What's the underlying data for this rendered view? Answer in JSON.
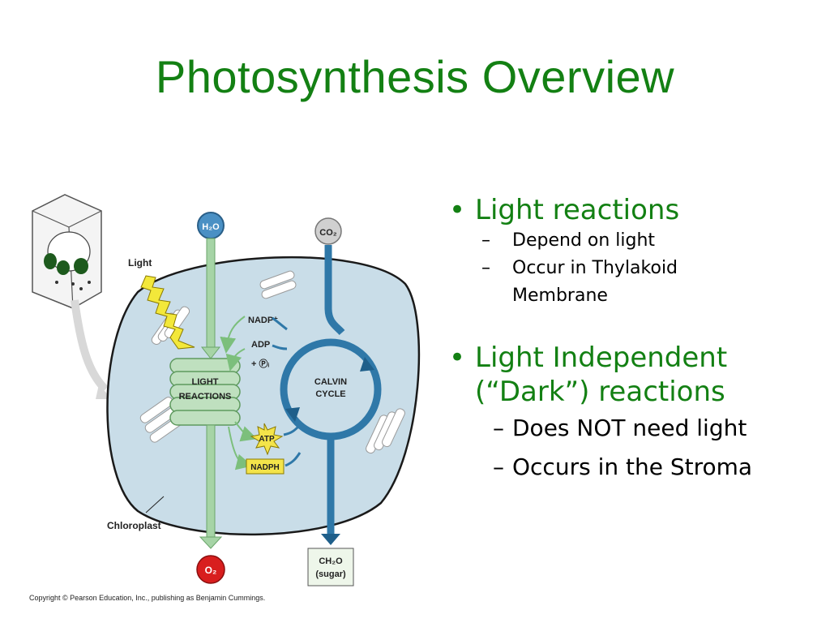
{
  "slide": {
    "title": "Photosynthesis Overview",
    "copyright": "Copyright © Pearson Education, Inc., publishing as Benjamin Cummings."
  },
  "bullets": {
    "b1": "Light reactions",
    "b1_sub1": "Depend on light",
    "b1_sub2_line1": "Occur in Thylakoid",
    "b1_sub2_line2": "Membrane",
    "b2_line1": "Light Independent",
    "b2_line2": "(“Dark”) reactions",
    "b2_sub1": "Does NOT need light",
    "b2_sub2": "Occurs in the Stroma"
  },
  "diagram": {
    "h2o": "H₂O",
    "co2": "CO₂",
    "light": "Light",
    "light_reactions_1": "LIGHT",
    "light_reactions_2": "REACTIONS",
    "nadp": "NADP⁺",
    "adp": "ADP",
    "pi": "+ Ⓟᵢ",
    "atp": "ATP",
    "nadph": "NADPH",
    "calvin_1": "CALVIN",
    "calvin_2": "CYCLE",
    "chloroplast": "Chloroplast",
    "o2": "O₂",
    "ch2o": "CH₂O",
    "sugar": "(sugar)"
  },
  "colors": {
    "title_green": "#138013",
    "stroma": "#c9dde8",
    "blue_arrow": "#2f78a8",
    "green_arrow": "#a6d4a6",
    "atp_yellow": "#f4e44a",
    "o2_red": "#d81e1e"
  }
}
